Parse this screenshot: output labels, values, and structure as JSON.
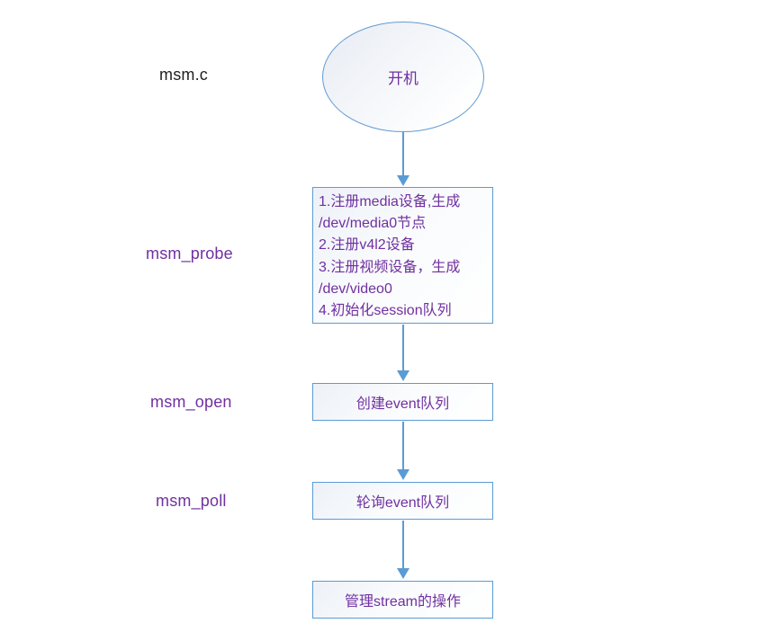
{
  "labels": {
    "msm_c": "msm.c",
    "msm_probe": "msm_probe",
    "msm_open": "msm_open",
    "msm_poll": "msm_poll"
  },
  "nodes": {
    "start": "开机",
    "probe": "1.注册media设备,生成\n/dev/media0节点\n2.注册v4l2设备\n3.注册视频设备，生成\n/dev/video0\n4.初始化session队列",
    "open": "创建event队列",
    "poll": "轮询event队列",
    "stream": "管理stream的操作"
  },
  "colors": {
    "shape_border_blue": "#5b9bd5",
    "arrow_blue": "#5b9bd5",
    "node_text_purple": "#7030a0",
    "file_label_black": "#1f1f1f",
    "shape_fill_top": "#e7ebf2",
    "shape_fill_bottom": "#ffffff"
  }
}
